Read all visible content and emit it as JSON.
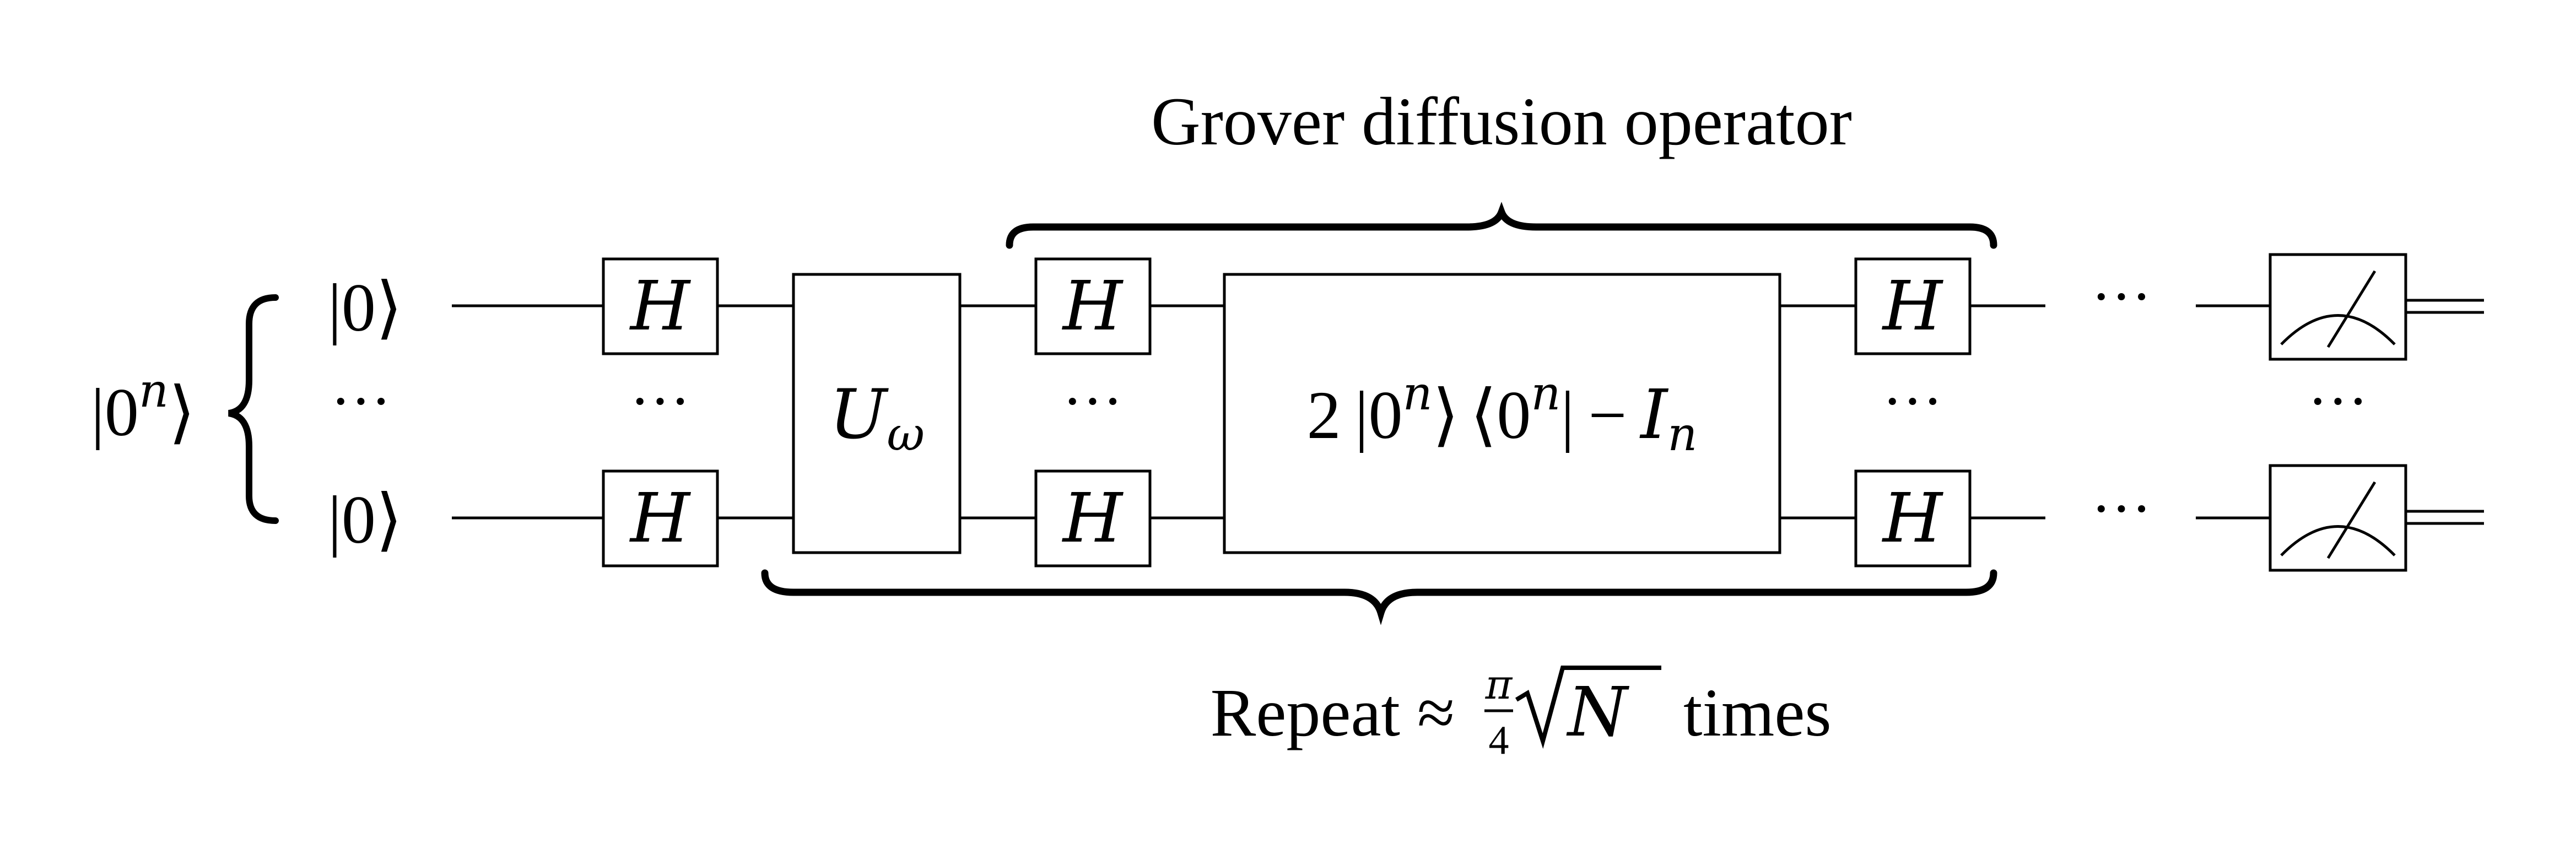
{
  "input_register": {
    "label_ket": "|0",
    "label_sup": "n",
    "label_close": "⟩",
    "qubit_top": "|0⟩",
    "qubit_dots": "···",
    "qubit_bottom": "|0⟩"
  },
  "gates": {
    "hadamard": "H",
    "oracle_main": "U",
    "oracle_sub": "ω",
    "gate_dots": "···"
  },
  "diffusion": {
    "label": "Grover diffusion operator",
    "reflection": {
      "coef": "2",
      "ket": "|0",
      "ket_sup": "n",
      "ket_close": "⟩",
      "bra": "⟨0",
      "bra_sup": "n",
      "bra_close": "|",
      "minus": "−",
      "identity": "I",
      "identity_sub": "n"
    }
  },
  "repeat": {
    "text_before": "Repeat ≈",
    "frac_num": "π",
    "frac_den": "4",
    "sqrt_arg": "N",
    "text_after": "times"
  },
  "wire_dots": "···",
  "measure_dots": "···"
}
